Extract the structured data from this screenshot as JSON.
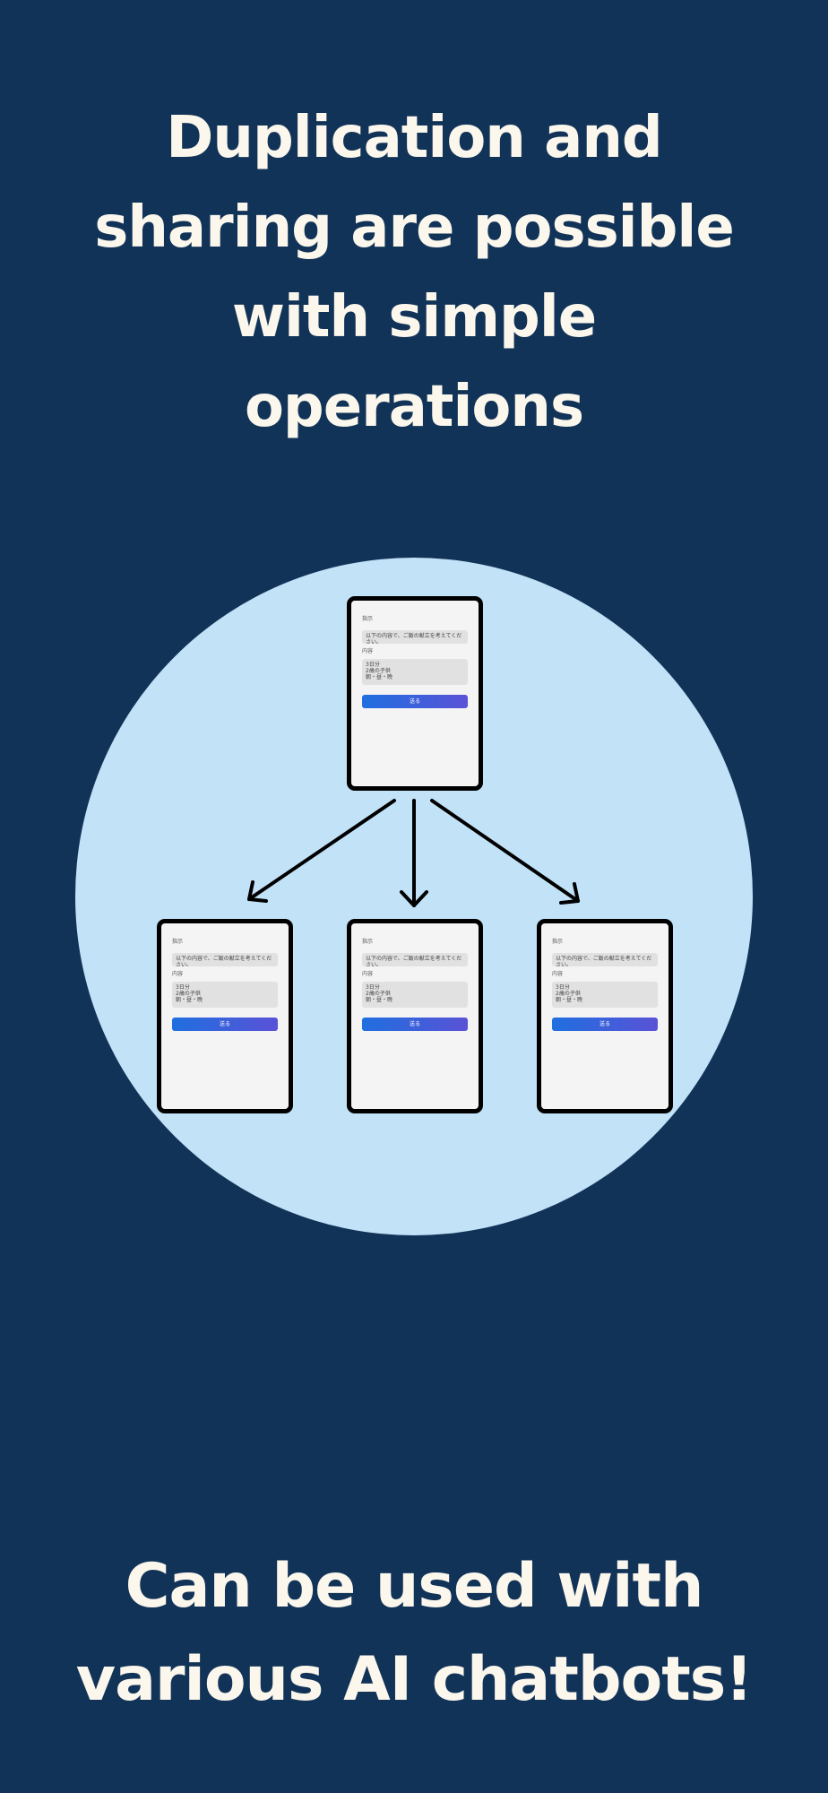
{
  "title": {
    "line1": "Duplication and",
    "line2": "sharing are possible",
    "line3": "with simple",
    "line4": "operations"
  },
  "footer": {
    "line1": "Can be used with",
    "line2": "various AI chatbots!"
  },
  "tablet": {
    "instruction_label": "指示",
    "instruction_text": "以下の内容で、ご飯の献立を考えてください。",
    "content_label": "内容",
    "content_text": "3日分\n2歳の子供\n朝・昼・晩",
    "button_label": "送る"
  }
}
